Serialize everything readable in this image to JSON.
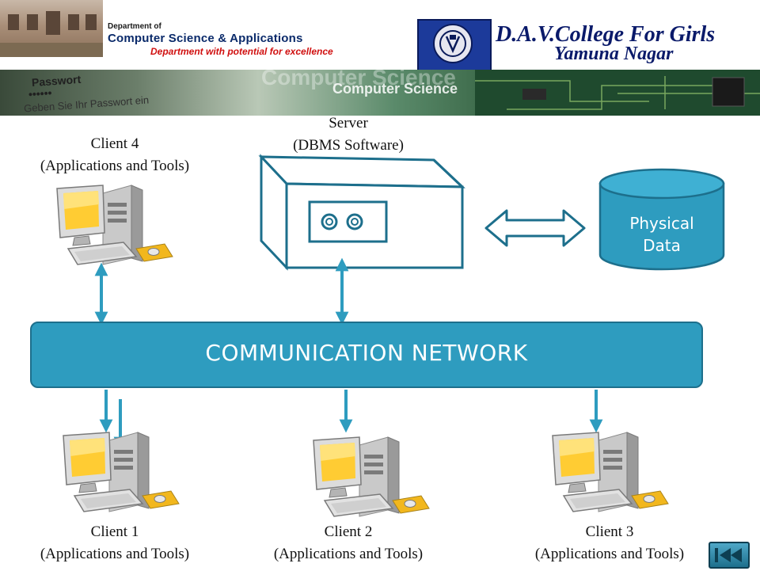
{
  "banner": {
    "dept_line1": "Department of",
    "dept_line2": "Computer Science & Applications",
    "dept_tagline": "Department with potential for excellence",
    "college_name": "D.A.V.College For Girls",
    "college_city": "Yamuna Nagar",
    "strip_password": "Passwort",
    "strip_dots": "••••••",
    "strip_german": "Geben Sie Ihr Passwort ein",
    "strip_cs_faint": "Computer Science",
    "strip_cs": "Computer Science"
  },
  "diagram": {
    "server": {
      "line1": "Server",
      "line2": "(DBMS Software)"
    },
    "storage": {
      "line1": "Physical",
      "line2": "Data"
    },
    "network": "COMMUNICATION NETWORK",
    "clients": [
      {
        "id": "client-4",
        "line1": "Client 4",
        "line2": "(Applications and Tools)"
      },
      {
        "id": "client-1",
        "line1": "Client 1",
        "line2": "(Applications and Tools)"
      },
      {
        "id": "client-2",
        "line1": "Client 2",
        "line2": "(Applications and Tools)"
      },
      {
        "id": "client-3",
        "line1": "Client 3",
        "line2": "(Applications and Tools)"
      }
    ]
  },
  "colors": {
    "accent": "#2e9cbf",
    "accent_dark": "#1d6f8c",
    "monitor_screen": "#ffcc33"
  },
  "icons": [
    "computer-icon",
    "server-icon",
    "database-icon",
    "double-arrow-icon",
    "nav-button-icon"
  ]
}
